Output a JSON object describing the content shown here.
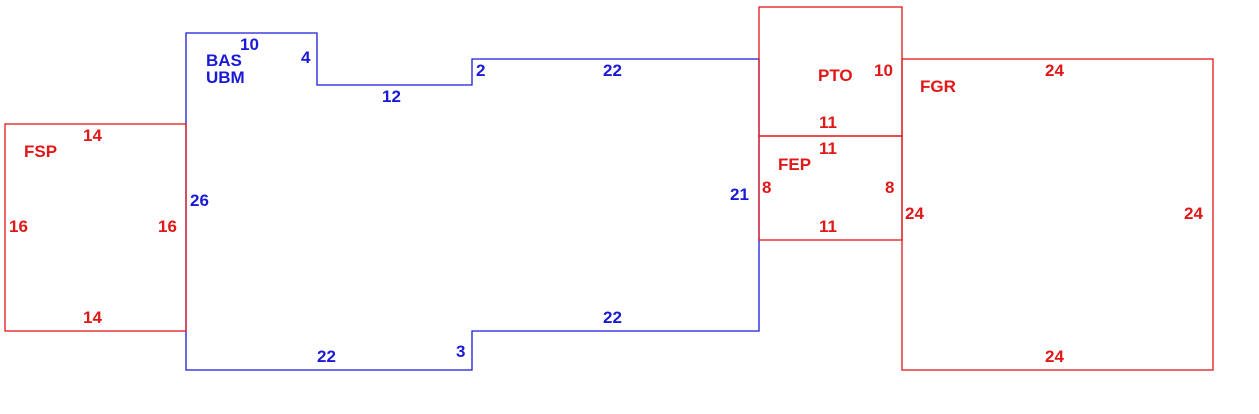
{
  "colors": {
    "living": "#1a1ad6",
    "other": "#e01818"
  },
  "areas": {
    "bas": {
      "code": "BAS",
      "code2": "UBM",
      "dims": [
        "10",
        "4",
        "12",
        "2",
        "22",
        "21",
        "22",
        "3",
        "22",
        "26"
      ]
    },
    "fsp": {
      "code": "FSP",
      "dims": [
        "14",
        "16",
        "16",
        "14"
      ]
    },
    "pto": {
      "code": "PTO",
      "dims": [
        "10",
        "11"
      ]
    },
    "fep": {
      "code": "FEP",
      "dims": [
        "11",
        "8",
        "8",
        "11"
      ]
    },
    "fgr": {
      "code": "FGR",
      "dims": [
        "24",
        "24",
        "24",
        "24"
      ]
    }
  }
}
